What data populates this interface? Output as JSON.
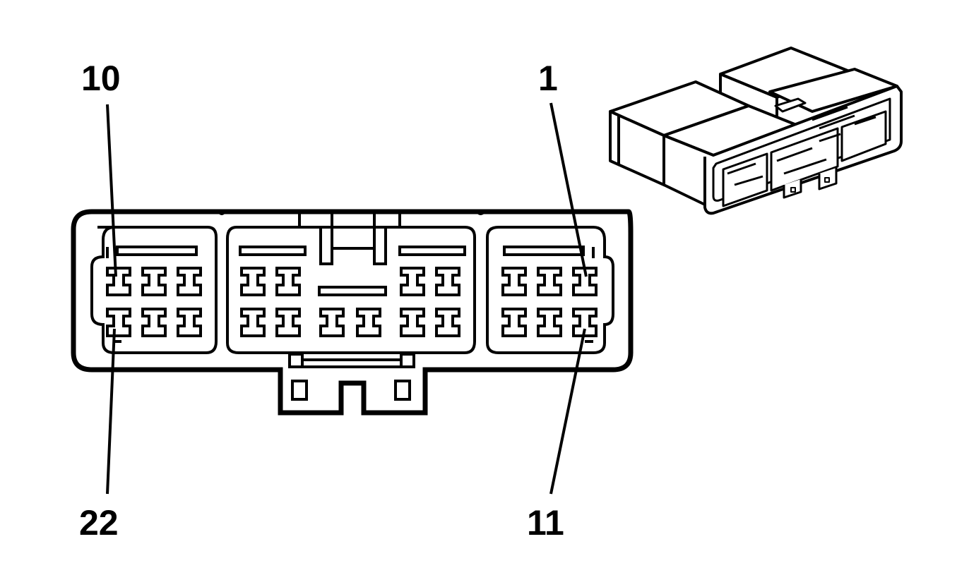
{
  "diagram": {
    "type": "connector-face-view",
    "labels": {
      "top_left": "10",
      "top_right": "1",
      "bottom_left": "22",
      "bottom_right": "11"
    },
    "connector": {
      "upper_row_pins": 10,
      "lower_row_pins": 12
    }
  }
}
